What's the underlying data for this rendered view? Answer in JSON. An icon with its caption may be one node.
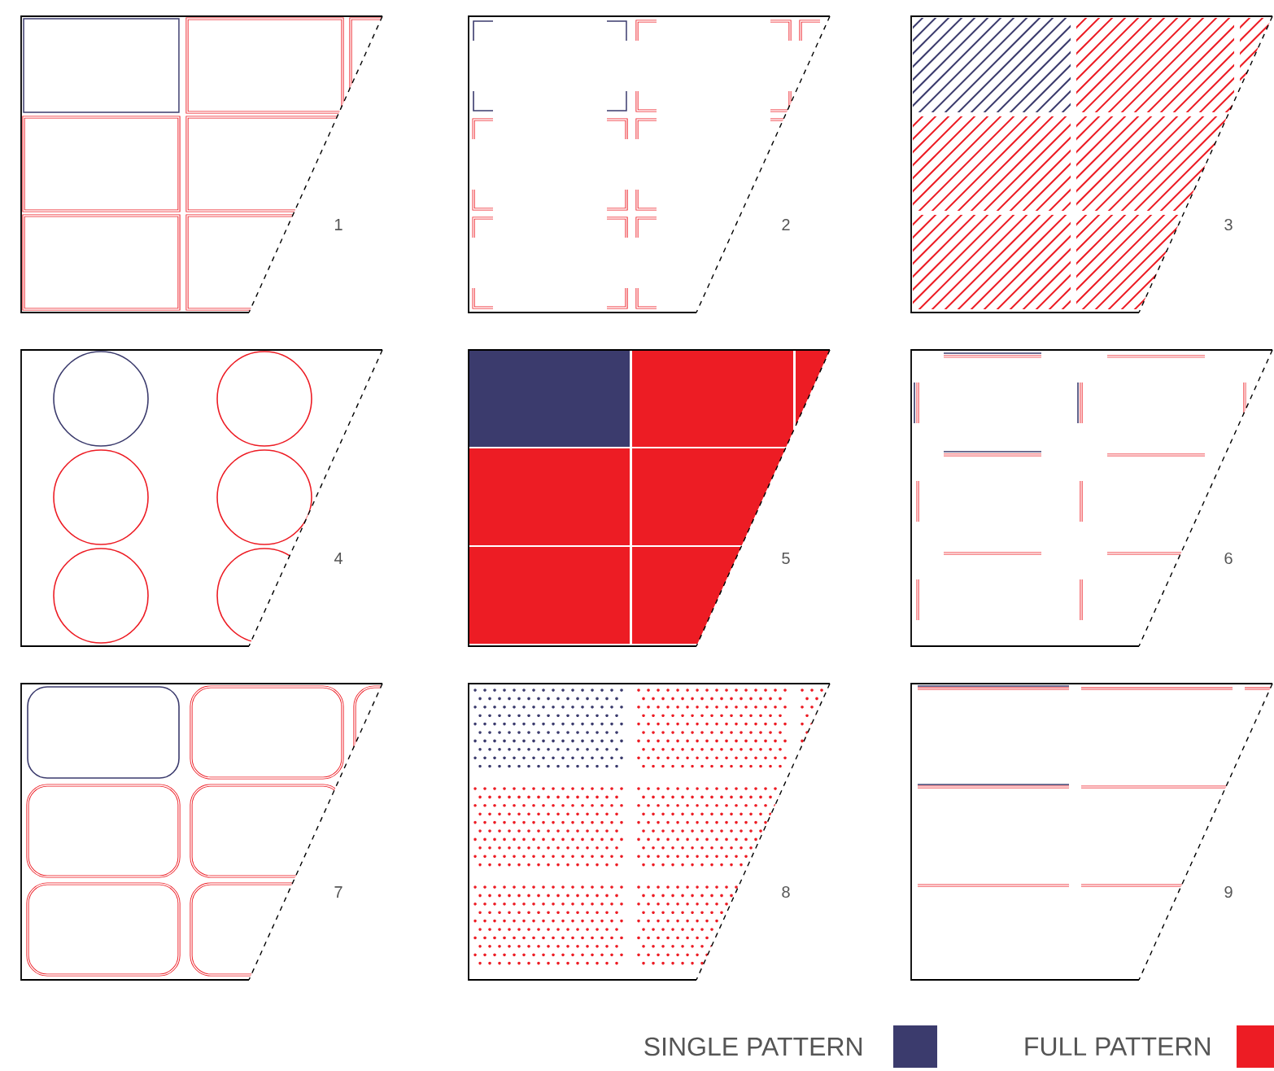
{
  "diagram": {
    "labels": [
      "1",
      "2",
      "3",
      "4",
      "5",
      "6",
      "7",
      "8",
      "9"
    ],
    "legend": [
      {
        "text": "SINGLE PATTERN",
        "color": "#3b3b6d"
      },
      {
        "text": "FULL PATTERN",
        "color": "#ed1c24"
      }
    ]
  }
}
